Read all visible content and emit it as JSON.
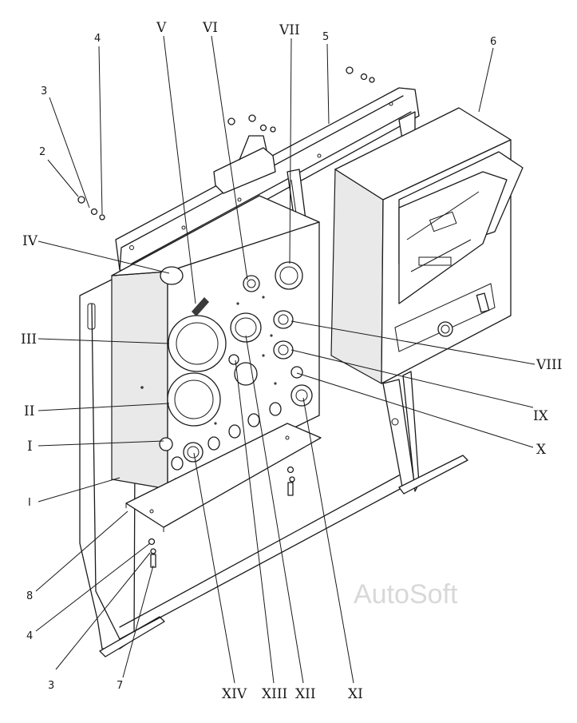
{
  "diagram": {
    "callouts_arabic": [
      {
        "id": "c2",
        "text": "2"
      },
      {
        "id": "c3a",
        "text": "3"
      },
      {
        "id": "c4a",
        "text": "4"
      },
      {
        "id": "c5",
        "text": "5"
      },
      {
        "id": "c6",
        "text": "6"
      },
      {
        "id": "c1",
        "text": "I"
      },
      {
        "id": "c8",
        "text": "8"
      },
      {
        "id": "c4b",
        "text": "4"
      },
      {
        "id": "c3b",
        "text": "3"
      },
      {
        "id": "c7",
        "text": "7"
      }
    ],
    "callouts_roman": [
      {
        "id": "rV",
        "text": "V"
      },
      {
        "id": "rVI",
        "text": "VI"
      },
      {
        "id": "rVII",
        "text": "VII"
      },
      {
        "id": "rIV",
        "text": "IV"
      },
      {
        "id": "rIII",
        "text": "III"
      },
      {
        "id": "rII",
        "text": "II"
      },
      {
        "id": "rI",
        "text": "I"
      },
      {
        "id": "rVIII",
        "text": "VIII"
      },
      {
        "id": "rIX",
        "text": "IX"
      },
      {
        "id": "rX",
        "text": "X"
      },
      {
        "id": "rXIV",
        "text": "XIV"
      },
      {
        "id": "rXIII",
        "text": "XIII"
      },
      {
        "id": "rXII",
        "text": "XII"
      },
      {
        "id": "rXI",
        "text": "XI"
      }
    ],
    "watermark": "AutoSoft"
  }
}
